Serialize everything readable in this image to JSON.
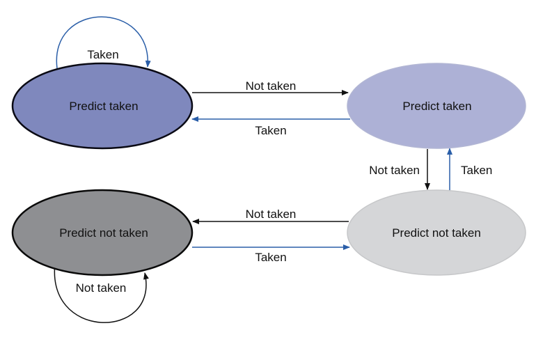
{
  "states": {
    "strong_taken": {
      "label": "Predict taken",
      "fill": "#7f88bd",
      "stroke": "#0a0a14"
    },
    "weak_taken": {
      "label": "Predict taken",
      "fill": "#adb1d6",
      "stroke": "#b2b6d4"
    },
    "weak_not_taken": {
      "label": "Predict not taken",
      "fill": "#d5d6d8",
      "stroke": "#c6c7c9"
    },
    "strong_not_taken": {
      "label": "Predict not taken",
      "fill": "#8e8f92",
      "stroke": "#0a0a0a"
    }
  },
  "transitions": {
    "loop_strong_taken": "Taken",
    "strong_taken_to_weak_taken": "Not taken",
    "weak_taken_to_strong_taken": "Taken",
    "weak_taken_to_weak_not_taken": "Not taken",
    "weak_not_taken_to_weak_taken": "Taken",
    "weak_not_taken_to_strong_not_taken": "Not taken",
    "strong_not_taken_to_weak_not_taken": "Taken",
    "loop_strong_not_taken": "Not taken"
  },
  "colors": {
    "arrow_blue": "#2a5ea8",
    "arrow_black": "#111111"
  }
}
